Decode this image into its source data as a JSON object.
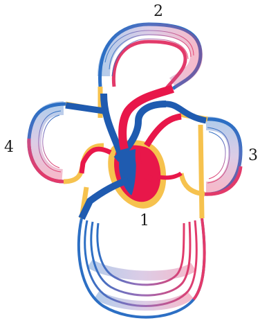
{
  "colors": {
    "oxygenated": "#e8174a",
    "deoxygenated": "#1f5bb0",
    "lymph_fat": "#f6c24e",
    "capillary_red": "#e23a6a",
    "capillary_blue": "#2c6fc4"
  },
  "labels": [
    "1",
    "2",
    "3",
    "4"
  ]
}
